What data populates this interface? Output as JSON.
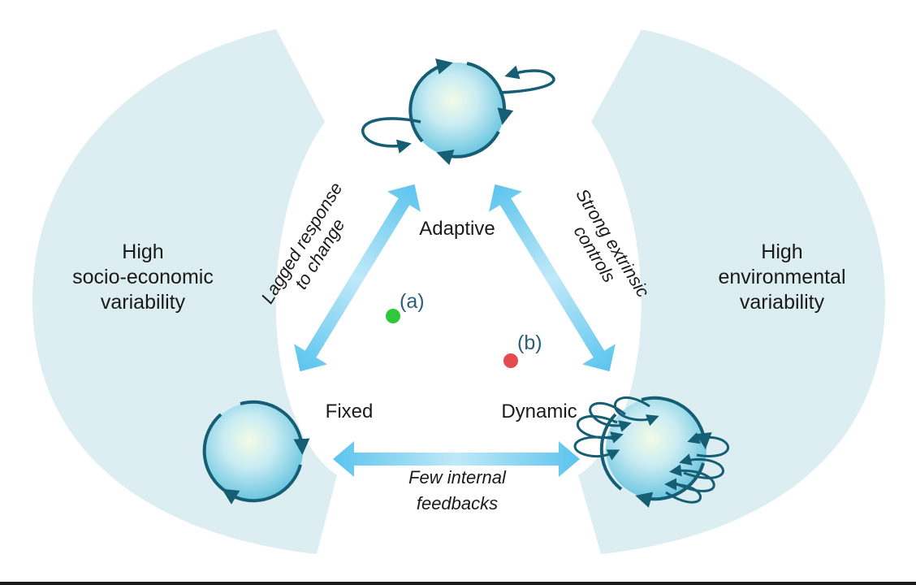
{
  "zones": {
    "left_line1": "High",
    "left_line2": "socio-economic",
    "left_line3": "variability",
    "right_line1": "High",
    "right_line2": "environmental",
    "right_line3": "variability"
  },
  "nodes": {
    "adaptive": "Adaptive",
    "fixed": "Fixed",
    "dynamic": "Dynamic"
  },
  "edges": {
    "left_line1": "Lagged response",
    "left_line2": "to change",
    "right_line1": "Strong extrinsic",
    "right_line2": "controls",
    "bottom_line1": "Few internal",
    "bottom_line2": "feedbacks"
  },
  "points": {
    "a_label": "(a)",
    "b_label": "(b)"
  },
  "colors": {
    "zone_fill": "#dceef2",
    "arrow": "#5bc4ee",
    "arrow_light": "#bfe9f8",
    "circle_stroke": "#165e74",
    "point_a": "#2ec93a",
    "point_b": "#e44a4e"
  }
}
